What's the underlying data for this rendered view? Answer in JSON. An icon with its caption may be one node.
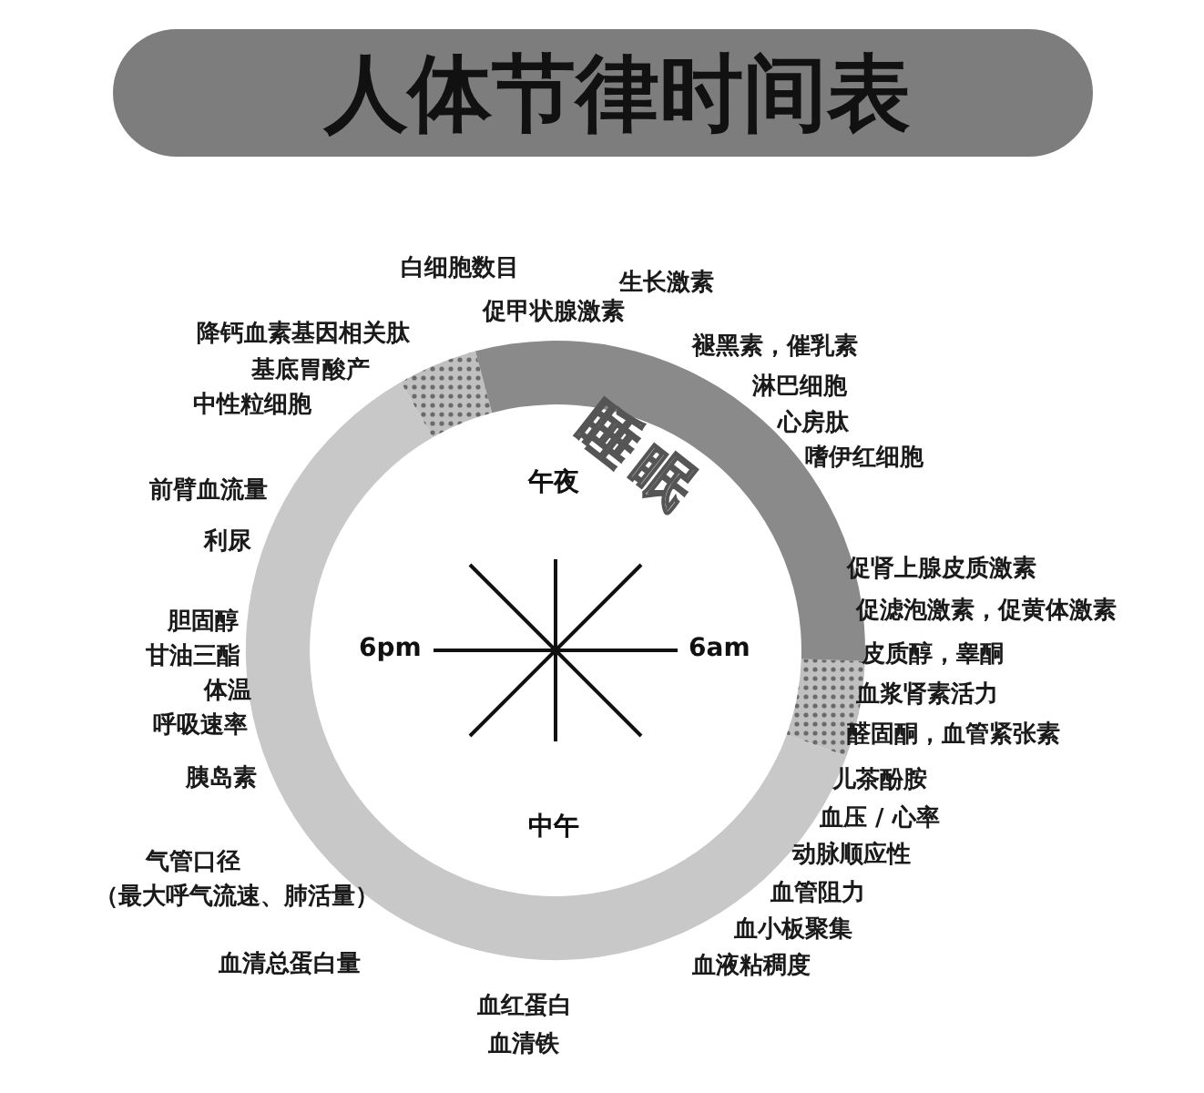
{
  "diagram": {
    "title": "人体节律时间表",
    "nodes": [
      {
        "text": [
          "睡眠"
        ]
      }
    ],
    "labels": [
      "白细胞数目",
      "生长激素",
      "降钙血素基因相关肽",
      "促甲状腺激素",
      "褪黑素，催乳素",
      "基底胃酸产",
      "淋巴细胞",
      "中性粒细胞",
      "心房肽",
      "嗜伊红细胞",
      "午夜",
      "前臂血流量",
      "利尿",
      "促肾上腺皮质激素",
      "促滤泡激素，促黄体激素",
      "胆固醇",
      "甘油三酯",
      "6pm",
      "6am",
      "皮质醇，睾酮",
      "体温",
      "血浆肾素活力",
      "呼吸速率",
      "醛固酮，血管紧张素",
      "胰岛素",
      "儿茶酚胺",
      "中午",
      "血压 / 心率",
      "动脉顺应性",
      "气管口径",
      "（最大呼气流速、肺活量）",
      "血管阻力",
      "血小板聚集",
      "血液粘稠度",
      "血清总蛋白量",
      "血红蛋白",
      "血清铁"
    ]
  }
}
